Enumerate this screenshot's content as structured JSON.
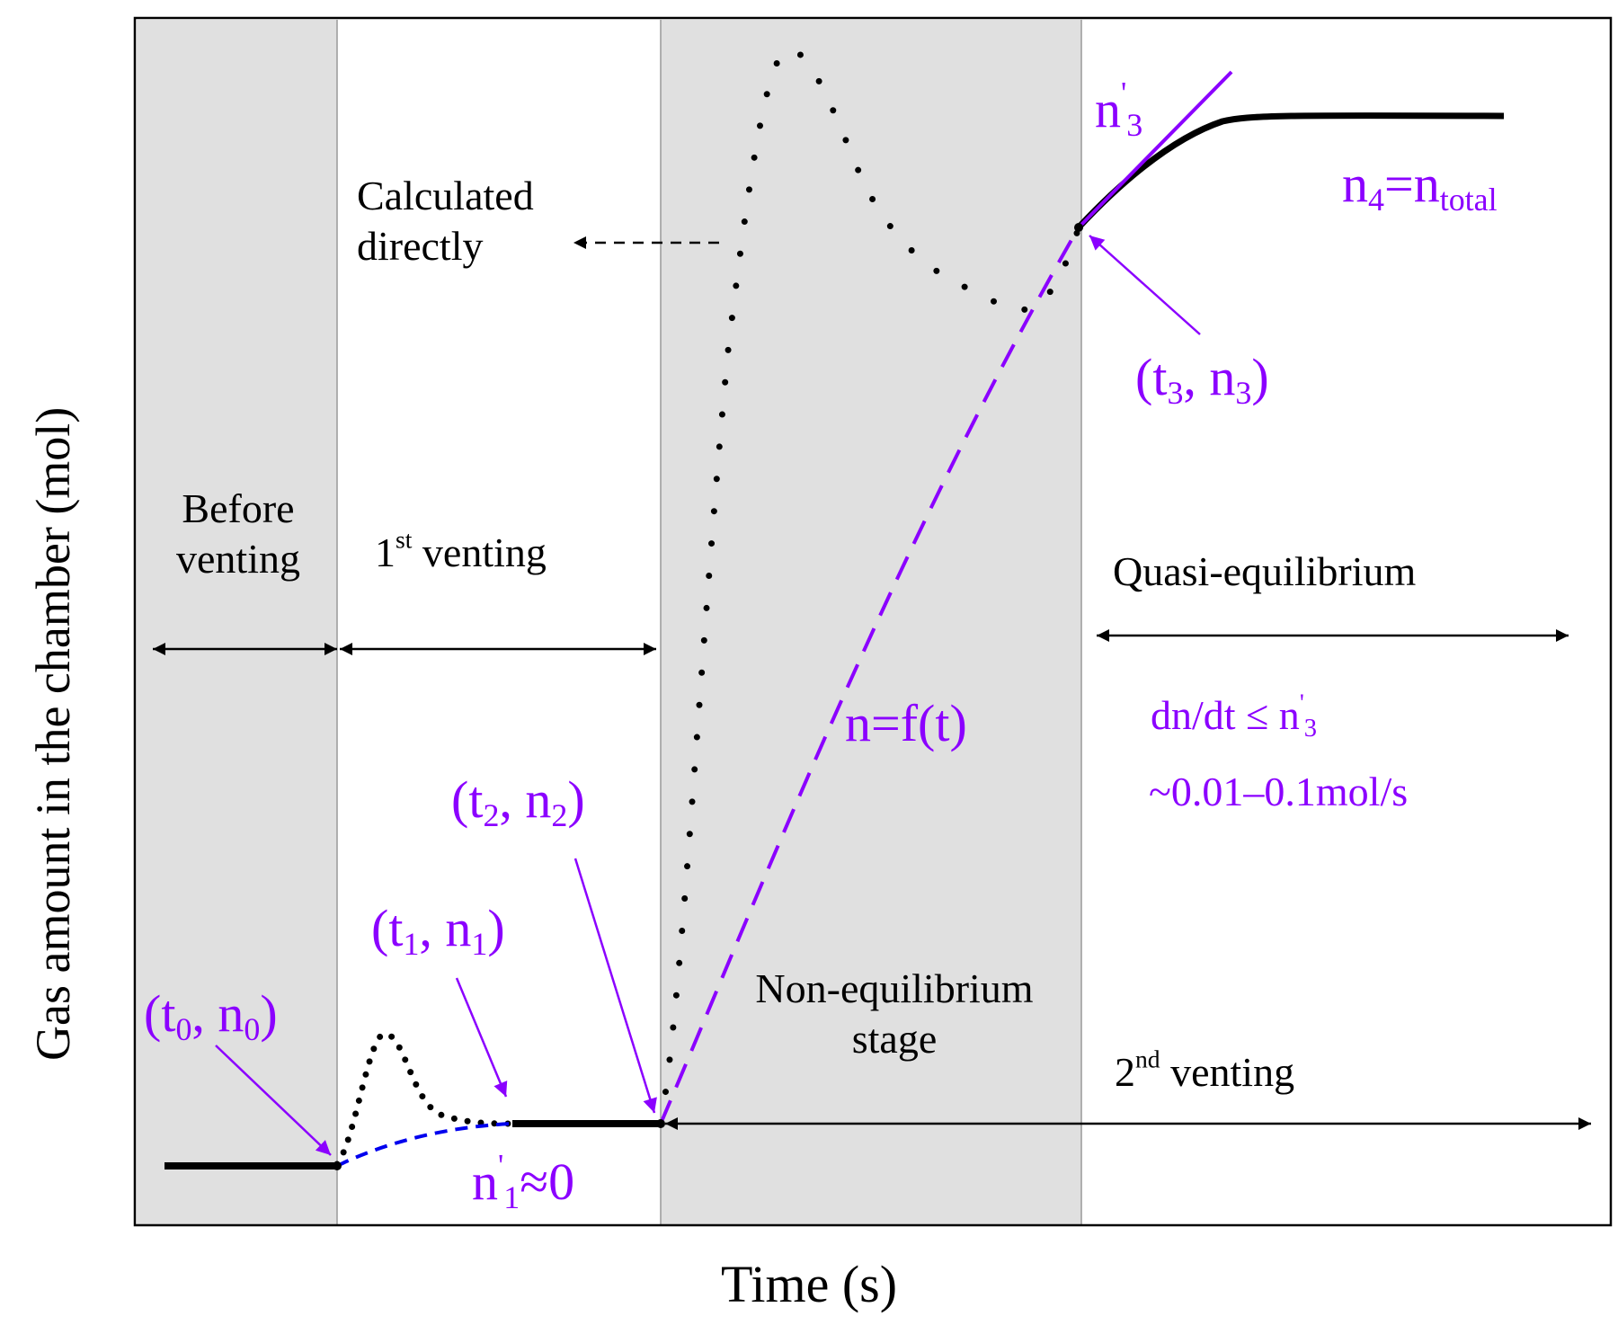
{
  "axes": {
    "y_label": "Gas amount in the chamber (mol)",
    "x_label": "Time (s)"
  },
  "stages": {
    "before_venting_1": "Before",
    "before_venting_2": "venting",
    "first_venting_num": "1",
    "first_venting_sup": "st",
    "first_venting_word": " venting",
    "non_eq_1": "Non-equilibrium",
    "non_eq_2": "stage",
    "quasi": "Quasi-equilibrium",
    "second_venting_num": "2",
    "second_venting_sup": "nd",
    "second_venting_word": " venting"
  },
  "annotations": {
    "calc_1": "Calculated",
    "calc_2": "directly",
    "p0": {
      "open": "(t",
      "sub1": "0",
      "mid": ", n",
      "sub2": "0",
      "close": ")"
    },
    "p1": {
      "open": "(t",
      "sub1": "1",
      "mid": ", n",
      "sub2": "1",
      "close": ")"
    },
    "p2": {
      "open": "(t",
      "sub1": "2",
      "mid": ", n",
      "sub2": "2",
      "close": ")"
    },
    "p3": {
      "open": "(t",
      "sub1": "3",
      "mid": ", n",
      "sub2": "3",
      "close": ")"
    },
    "n1_prime": {
      "base": "n",
      "sup": "'",
      "sub": "1",
      "tail": "≈0"
    },
    "n3_prime": {
      "base": "n",
      "sup": "'",
      "sub": "3"
    },
    "n4": {
      "base": "n",
      "sub1": "4",
      "eq": "=n",
      "sub2": "total"
    },
    "f_t": "n=f(t)",
    "rate_1": {
      "text": "dn/dt ≤ n",
      "sup": "'",
      "sub": "3"
    },
    "rate_2": "~0.01–0.1mol/s"
  },
  "colors": {
    "accent": "#8b00ff",
    "blue": "#0000ee",
    "shade": "#e0e0e0",
    "line": "#000000"
  }
}
